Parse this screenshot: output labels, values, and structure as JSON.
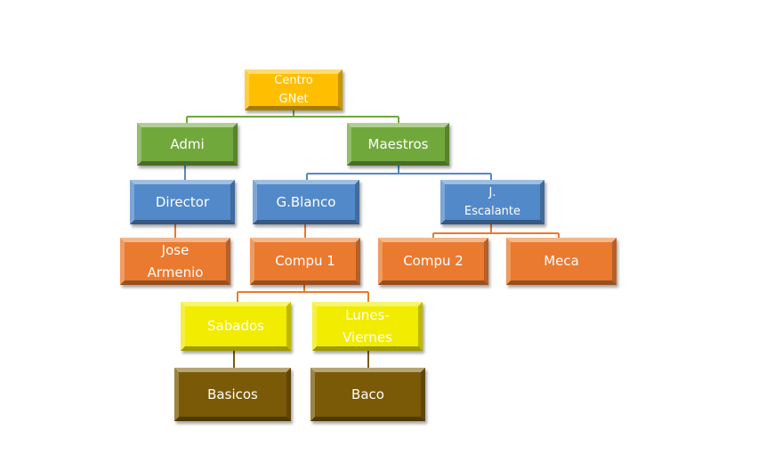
{
  "org_chart": {
    "nodes": {
      "root": "Centro\nGNet",
      "admi": "Admi",
      "maestros": "Maestros",
      "director": "Director",
      "gblanco": "G.Blanco",
      "jescalante": "J.\nEscalante",
      "jose": "Jose\nArmenio",
      "compu1": "Compu 1",
      "compu2": "Compu 2",
      "meca": "Meca",
      "sabados": "Sabados",
      "lunes": "Lunes-\nViernes",
      "basicos": "Basicos",
      "baco": "Baco"
    },
    "edges": [
      [
        "root",
        "admi"
      ],
      [
        "root",
        "maestros"
      ],
      [
        "admi",
        "director"
      ],
      [
        "director",
        "jose"
      ],
      [
        "maestros",
        "gblanco"
      ],
      [
        "maestros",
        "jescalante"
      ],
      [
        "gblanco",
        "compu1"
      ],
      [
        "jescalante",
        "compu2"
      ],
      [
        "jescalante",
        "meca"
      ],
      [
        "compu1",
        "sabados"
      ],
      [
        "compu1",
        "lunes"
      ],
      [
        "sabados",
        "basicos"
      ],
      [
        "lunes",
        "baco"
      ]
    ],
    "colors": {
      "level1": "#FFBF00",
      "level2": "#71A83C",
      "level3": "#5289C9",
      "level4": "#EA7A2F",
      "level5": "#F2EC00",
      "level6": "#7A5A06",
      "connector_root": "#71A83C",
      "connector_level2": "#5289C9",
      "connector_level3": "#EA7A2F"
    }
  }
}
